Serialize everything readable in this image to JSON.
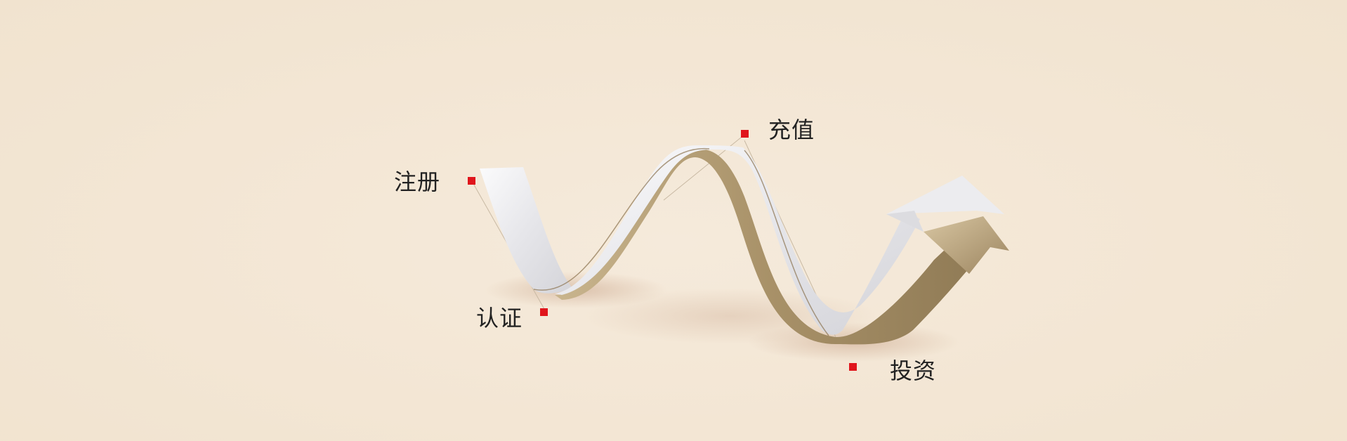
{
  "steps": [
    {
      "label": "注册"
    },
    {
      "label": "认证"
    },
    {
      "label": "充值"
    },
    {
      "label": "投资"
    }
  ],
  "colors": {
    "background": "#f3e6d4",
    "marker": "#e0151c",
    "ribbon_front": "#e9e9ec",
    "ribbon_back": "#b19d78",
    "text": "#222222"
  },
  "icons": [
    "upward-arrow-icon"
  ]
}
